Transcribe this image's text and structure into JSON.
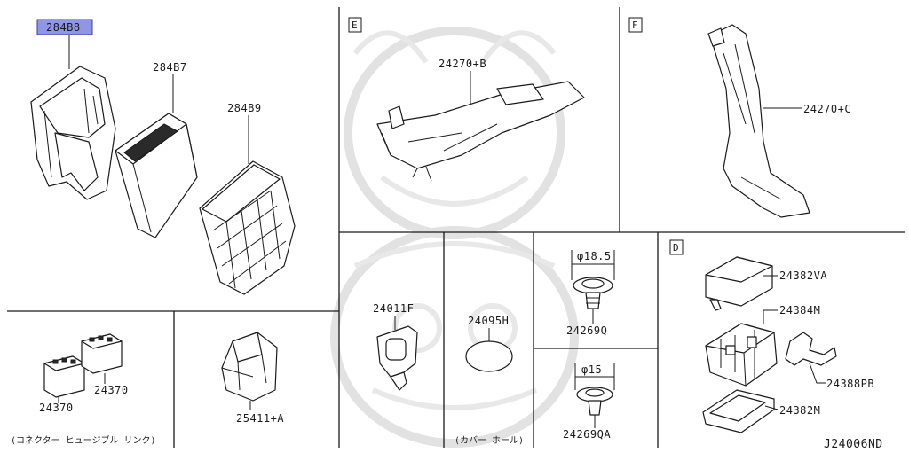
{
  "diagram_code": "J24006ND",
  "highlight_color": "#8f96e6",
  "section_labels": {
    "e": "E",
    "f": "F",
    "d": "D"
  },
  "captions": {
    "connector_link": "(コネクター ヒュージブル リンク)",
    "cover_hole": "(カバー ホール)"
  },
  "dimensions": {
    "d_large": "φ18.5",
    "d_small": "φ15"
  },
  "parts": {
    "p284b8": "284B8",
    "p284b7": "284B7",
    "p284b9": "284B9",
    "p24270b": "24270+B",
    "p24270c": "24270+C",
    "p24370a": "24370",
    "p24370b": "24370",
    "p25411a": "25411+A",
    "p24011f": "24011F",
    "p24095h": "24095H",
    "p24269q": "24269Q",
    "p24269qa": "24269QA",
    "p24382va": "24382VA",
    "p24384m": "24384M",
    "p24388pb": "24388PB",
    "p24382m": "24382M"
  }
}
